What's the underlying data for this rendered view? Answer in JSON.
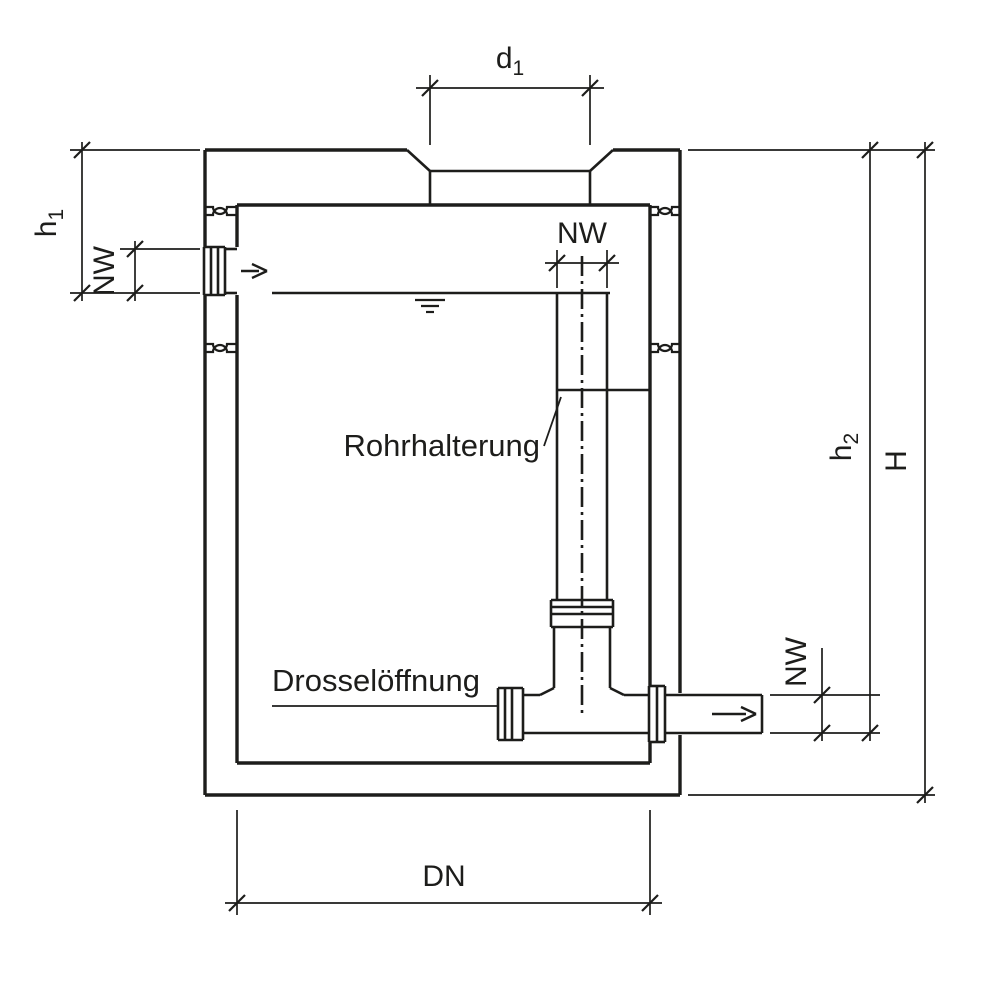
{
  "drawing": {
    "background_color": "#ffffff",
    "line_color": "#1d1d1b",
    "labels": {
      "rohrhalterung": "Rohrhalterung",
      "drosseloeffnung": "Drosselöffnung"
    },
    "dimensions": {
      "d1": {
        "base": "d",
        "sub": "1"
      },
      "h1": {
        "base": "h",
        "sub": "1"
      },
      "h2": {
        "base": "h",
        "sub": "2"
      },
      "H": "H",
      "DN": "DN",
      "nw_inlet": "NW",
      "nw_riser": "NW",
      "nw_outlet": "NW"
    }
  }
}
